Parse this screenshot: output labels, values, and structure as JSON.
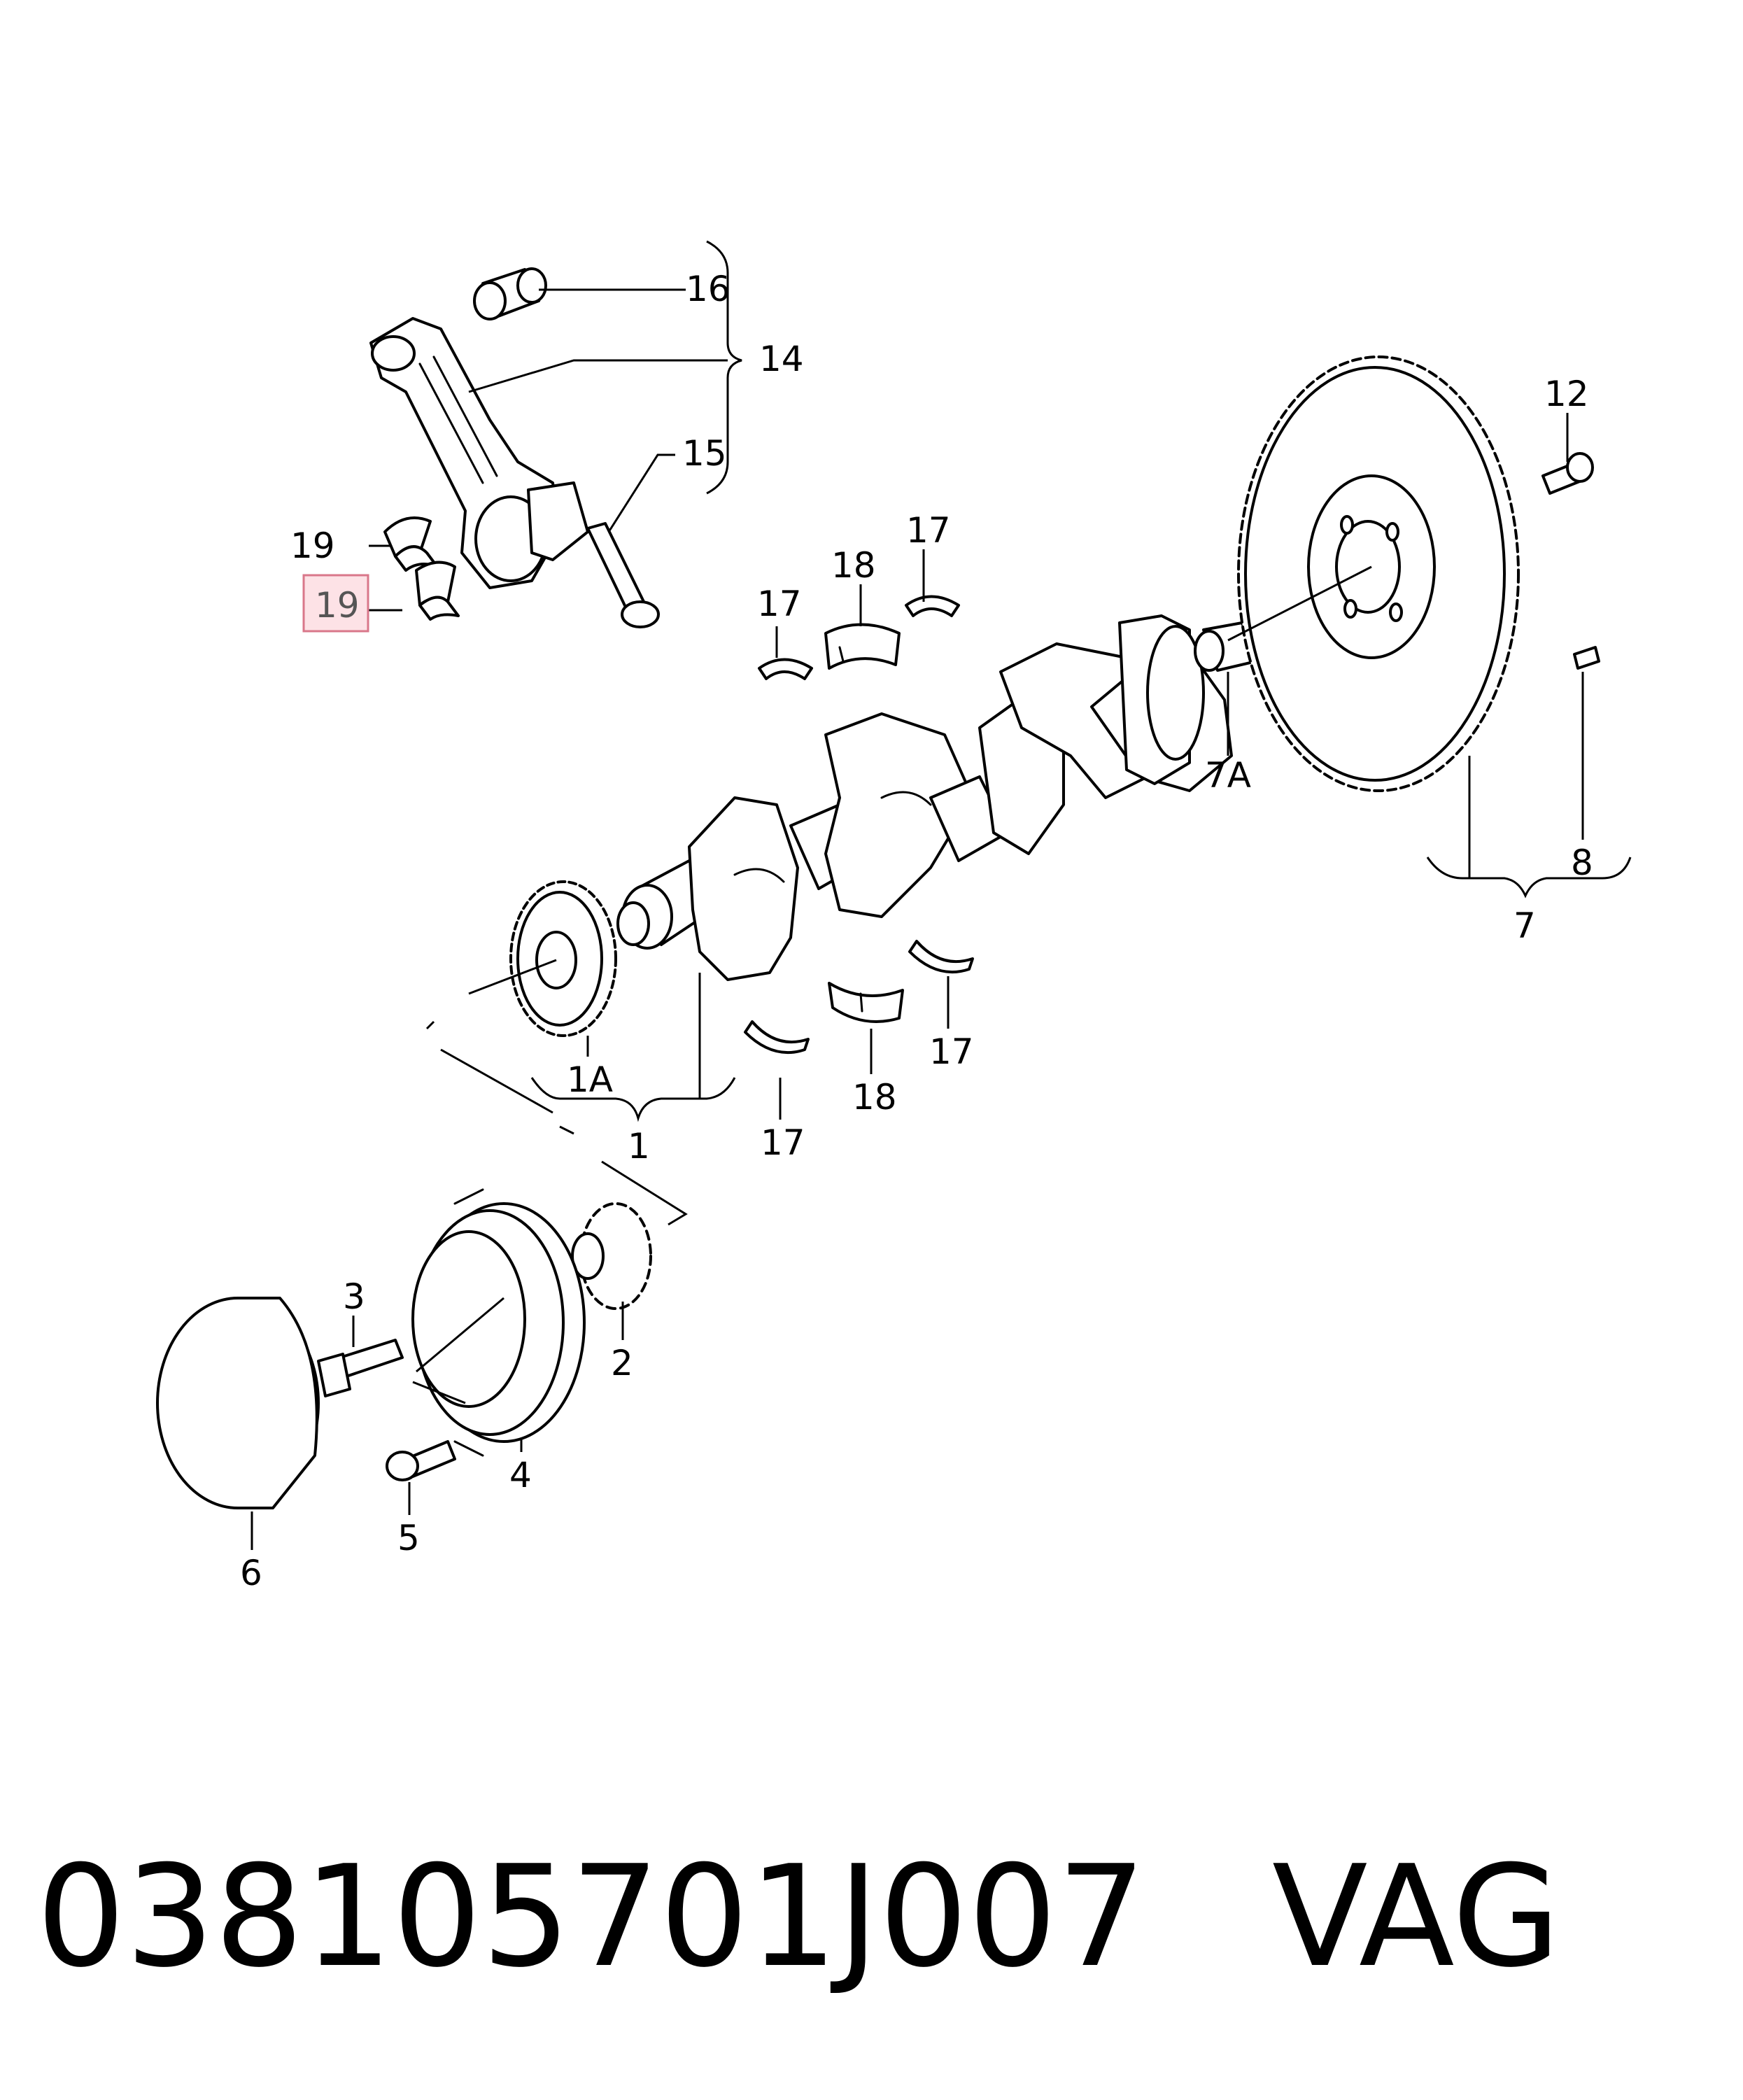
{
  "callouts": {
    "c16": "16",
    "c14": "14",
    "c15": "15",
    "c19a": "19",
    "c19b": "19",
    "c18a": "18",
    "c17a": "17",
    "c17b": "17",
    "c12": "12",
    "c7a": "7A",
    "c8": "8",
    "c7": "7",
    "c1a": "1A",
    "c1": "1",
    "c17c": "17",
    "c18b": "18",
    "c17d": "17",
    "c3": "3",
    "c2": "2",
    "c4": "4",
    "c5": "5",
    "c6": "6"
  },
  "highlighted_callout": "19",
  "footer": {
    "part_number": "038105701J007",
    "brand": "VAG"
  }
}
